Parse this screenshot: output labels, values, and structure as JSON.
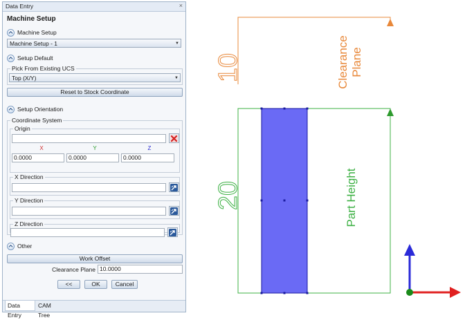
{
  "panel": {
    "window_title": "Data Entry",
    "close_glyph": "×",
    "heading": "Machine Setup",
    "machine_setup": {
      "section_label": "Machine Setup",
      "combo_value": "Machine Setup - 1"
    },
    "setup_default": {
      "section_label": "Setup Default",
      "group_label": "Pick From Existing UCS",
      "combo_value": "Top (X/Y)",
      "reset_button": "Reset to Stock Coordinate"
    },
    "setup_orientation": {
      "section_label": "Setup Orientation",
      "coord_group_label": "Coordinate System",
      "origin_label": "Origin",
      "origin_value": "",
      "x_label": "X",
      "y_label": "Y",
      "z_label": "Z",
      "x_value": "0.0000",
      "y_value": "0.0000",
      "z_value": "0.0000",
      "x_direction_label": "X Direction",
      "x_direction_value": "",
      "y_direction_label": "Y Direction",
      "y_direction_value": "",
      "z_direction_label": "Z Direction",
      "z_direction_value": ""
    },
    "other": {
      "section_label": "Other",
      "work_offset_button": "Work Offset",
      "clearance_plane_label": "Clearance Plane",
      "clearance_plane_value": "10.0000"
    },
    "buttons": {
      "back": "<<",
      "ok": "OK",
      "cancel": "Cancel"
    },
    "tabs": [
      "Data Entry",
      "CAM Tree"
    ],
    "active_tab": "Data Entry"
  },
  "viewport": {
    "clearance_dimension": "10",
    "clearance_label_line1": "Clearance",
    "clearance_label_line2": "Plane",
    "part_dimension": "20",
    "part_label": "Part Height",
    "colors": {
      "clearance": "#e8883a",
      "part": "#3cb043",
      "stock_fill": "#6a6af5",
      "stock_edge": "#1a1aa0",
      "axis_x": "#e02020",
      "axis_y": "#2a2ad8",
      "axis_origin": "#1a8a1a"
    }
  }
}
